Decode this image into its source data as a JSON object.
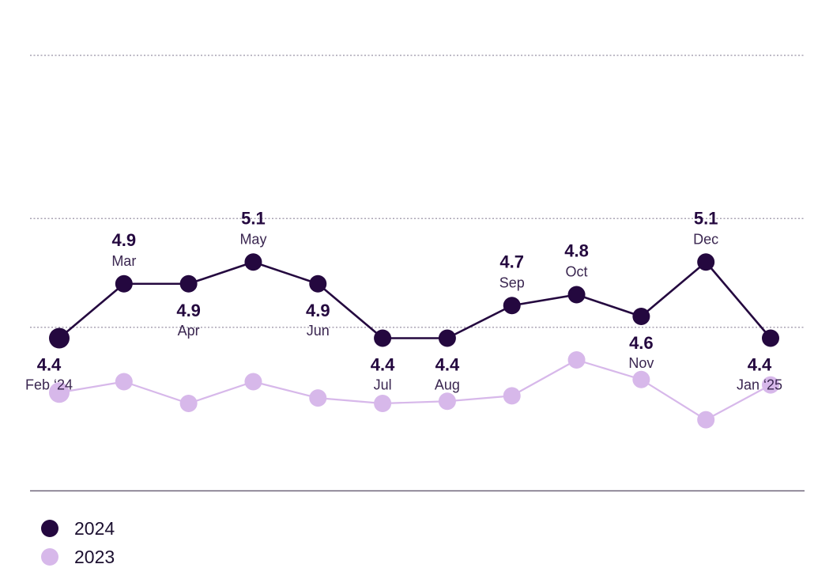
{
  "chart_data": {
    "type": "line",
    "x": [
      "Feb ‘24",
      "Mar",
      "Apr",
      "May",
      "Jun",
      "Jul",
      "Aug",
      "Sep",
      "Oct",
      "Nov",
      "Dec",
      "Jan ‘25"
    ],
    "series": [
      {
        "name": "2024",
        "color": "#24083f",
        "values": [
          4.4,
          4.9,
          4.9,
          5.1,
          4.9,
          4.4,
          4.4,
          4.7,
          4.8,
          4.6,
          5.1,
          4.4
        ],
        "data_labels": [
          "4.4",
          "4.9",
          "4.9",
          "5.1",
          "4.9",
          "4.4",
          "4.4",
          "4.7",
          "4.8",
          "4.6",
          "5.1",
          "4.4"
        ],
        "label_positions": [
          "below",
          "above",
          "below",
          "above",
          "below",
          "below",
          "below",
          "above",
          "above",
          "below",
          "above",
          "below"
        ]
      },
      {
        "name": "2023",
        "color": "#d7b8ea",
        "values": [
          3.9,
          4.0,
          3.8,
          4.0,
          3.85,
          3.8,
          3.82,
          3.87,
          4.2,
          4.02,
          3.65,
          3.97
        ]
      }
    ],
    "ylim": [
      3.0,
      7.1
    ],
    "gridlines": [
      4.5,
      5.5,
      7.0
    ],
    "grid": true,
    "legend_position": "bottom-left"
  },
  "legend": {
    "items": [
      {
        "label": "2024",
        "color": "#24083f"
      },
      {
        "label": "2023",
        "color": "#d7b8ea"
      }
    ]
  }
}
